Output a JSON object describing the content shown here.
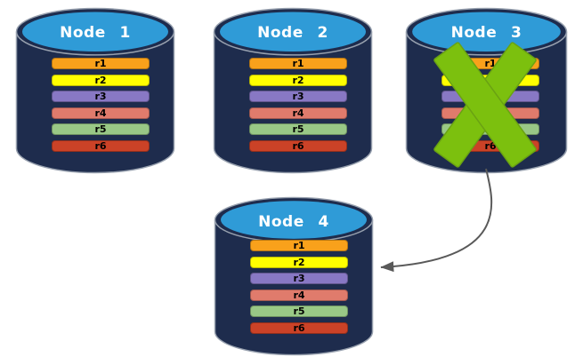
{
  "colors": {
    "background": "#FFFFFF",
    "cylinder_body": "#1E2C4D",
    "cylinder_outline": "#97A0AE",
    "cylinder_top": "#2F9BD7",
    "title_text": "#FFFFFF",
    "record_text": "#000000",
    "x_mark": "#7CC00E",
    "x_mark_outline": "#6AA213",
    "arrow": "#595959"
  },
  "nodes": [
    {
      "title": "Node 1",
      "failed": false,
      "records": [
        {
          "label": "r1",
          "color": "#F9A11B"
        },
        {
          "label": "r2",
          "color": "#FFFF00"
        },
        {
          "label": "r3",
          "color": "#8878C4"
        },
        {
          "label": "r4",
          "color": "#E07B6C"
        },
        {
          "label": "r5",
          "color": "#99C886"
        },
        {
          "label": "r6",
          "color": "#CB4227"
        }
      ]
    },
    {
      "title": "Node 2",
      "failed": false,
      "records": [
        {
          "label": "r1",
          "color": "#F9A11B"
        },
        {
          "label": "r2",
          "color": "#FFFF00"
        },
        {
          "label": "r3",
          "color": "#8878C4"
        },
        {
          "label": "r4",
          "color": "#E07B6C"
        },
        {
          "label": "r5",
          "color": "#99C886"
        },
        {
          "label": "r6",
          "color": "#CB4227"
        }
      ]
    },
    {
      "title": "Node 3",
      "failed": true,
      "records": [
        {
          "label": "r1",
          "color": "#F9A11B"
        },
        {
          "label": "r2",
          "color": "#FFFF00"
        },
        {
          "label": "r3",
          "color": "#8878C4"
        },
        {
          "label": "r4",
          "color": "#E07B6C"
        },
        {
          "label": "r5",
          "color": "#99C886"
        },
        {
          "label": "r6",
          "color": "#CB4227"
        }
      ]
    },
    {
      "title": "Node 4",
      "failed": false,
      "records": [
        {
          "label": "r1",
          "color": "#F9A11B"
        },
        {
          "label": "r2",
          "color": "#FFFF00"
        },
        {
          "label": "r3",
          "color": "#8878C4"
        },
        {
          "label": "r4",
          "color": "#E07B6C"
        },
        {
          "label": "r5",
          "color": "#99C886"
        },
        {
          "label": "r6",
          "color": "#CB4227"
        }
      ]
    }
  ]
}
